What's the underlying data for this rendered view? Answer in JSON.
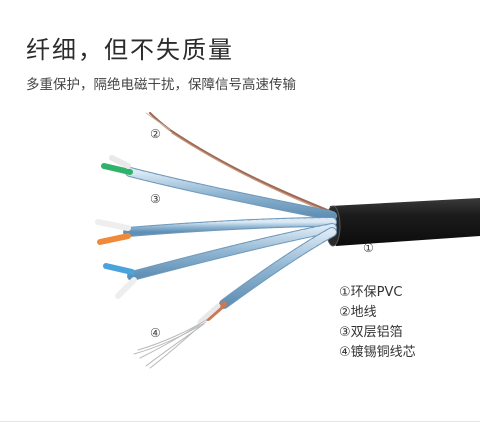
{
  "header": {
    "title": "纤细，但不失质量",
    "subtitle": "多重保护，隔绝电磁干扰，保障信号高速传输"
  },
  "markers": {
    "ground": "②",
    "foil": "③",
    "jacket": "①",
    "conductor": "④"
  },
  "legend": [
    "①环保PVC",
    "②地线",
    "③双层铝箔",
    "④镀锡铜线芯"
  ],
  "colors": {
    "jacket": "#1a1a1a",
    "foil": "#9fc2dc",
    "ground_wire": "#b07a62",
    "pair_green": "#2fb36a",
    "pair_orange": "#f08a3a",
    "pair_blue": "#4aa3dd",
    "conductor": "#c8c8c8"
  }
}
